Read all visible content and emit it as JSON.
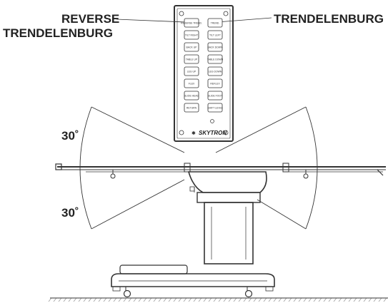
{
  "labels": {
    "reverse_line1": "REVERSE",
    "reverse_line2": "TRENDELENBURG",
    "trendelenburg": "TRENDELENBURG",
    "angle_upper": "30˚",
    "angle_lower": "30˚"
  },
  "remote": {
    "brand": "SKYTRON",
    "left_buttons": [
      "REVERSE TREND.",
      "TILT RIGHT",
      "BACK UP",
      "TABLE UP",
      "LEG UP",
      "FLEX",
      "SLIDE HEAD",
      "RETURN"
    ],
    "right_buttons": [
      "TREND.",
      "TILT LEFT",
      "BACK DOWN",
      "TABLE DOWN",
      "LEG DOWN",
      "REFLEX",
      "SLIDE FOOT",
      "SHIFT LEVEL"
    ]
  },
  "colors": {
    "line": "#333333",
    "label": "#222222",
    "background": "#ffffff"
  }
}
